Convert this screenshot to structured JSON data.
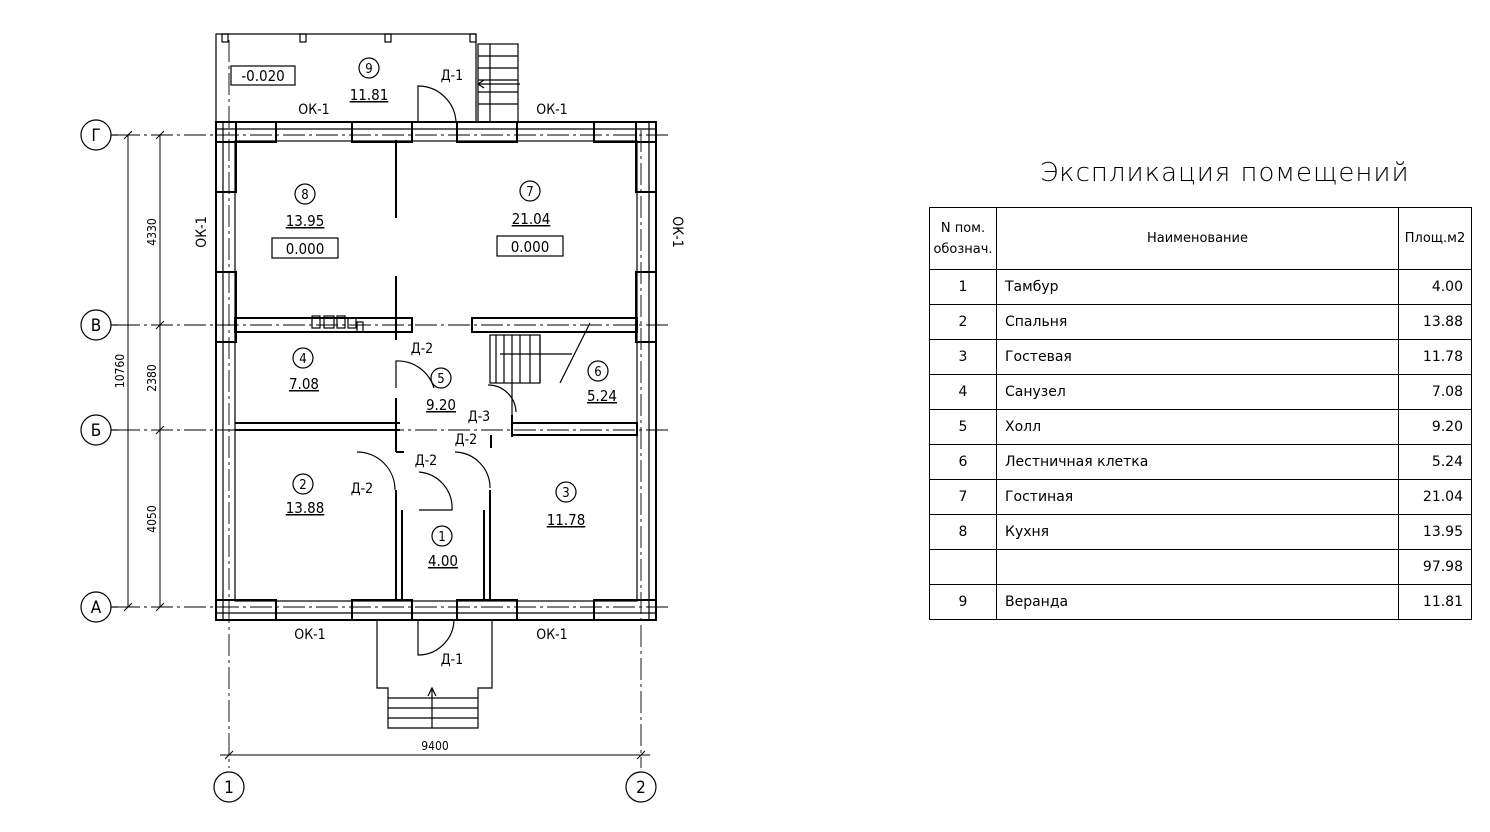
{
  "plan": {
    "axis_letters": [
      "Г",
      "В",
      "Б",
      "А"
    ],
    "axis_numbers": [
      "1",
      "2"
    ],
    "dims_vertical": [
      "4330",
      "2380",
      "4050"
    ],
    "dim_total": "10760",
    "dim_horizontal": "9400",
    "window_label": "ОК-1",
    "door_labels": {
      "d1": "Д-1",
      "d2": "Д-2",
      "d3": "Д-3"
    },
    "level_veranda": "-0.020",
    "level_floor": "0.000",
    "rooms": [
      {
        "num": "1",
        "area": "4.00"
      },
      {
        "num": "2",
        "area": "13.88"
      },
      {
        "num": "3",
        "area": "11.78"
      },
      {
        "num": "4",
        "area": "7.08"
      },
      {
        "num": "5",
        "area": "9.20"
      },
      {
        "num": "6",
        "area": "5.24"
      },
      {
        "num": "7",
        "area": "21.04"
      },
      {
        "num": "8",
        "area": "13.95"
      },
      {
        "num": "9",
        "area": "11.81"
      }
    ]
  },
  "explication": {
    "title": "Экспликация помещений",
    "headers": {
      "num_line1": "N пом.",
      "num_line2": "обознач.",
      "name": "Наименование",
      "area": "Площ.м2"
    },
    "rows": [
      {
        "num": "1",
        "name": "Тамбур",
        "area": "4.00"
      },
      {
        "num": "2",
        "name": "Спальня",
        "area": "13.88"
      },
      {
        "num": "3",
        "name": "Гостевая",
        "area": "11.78"
      },
      {
        "num": "4",
        "name": "Санузел",
        "area": "7.08"
      },
      {
        "num": "5",
        "name": "Холл",
        "area": "9.20"
      },
      {
        "num": "6",
        "name": "Лестничная клетка",
        "area": "5.24"
      },
      {
        "num": "7",
        "name": "Гостиная",
        "area": "21.04"
      },
      {
        "num": "8",
        "name": "Кухня",
        "area": "13.95"
      },
      {
        "num": "",
        "name": "",
        "area": "97.98"
      },
      {
        "num": "9",
        "name": "Веранда",
        "area": "11.81"
      }
    ]
  }
}
